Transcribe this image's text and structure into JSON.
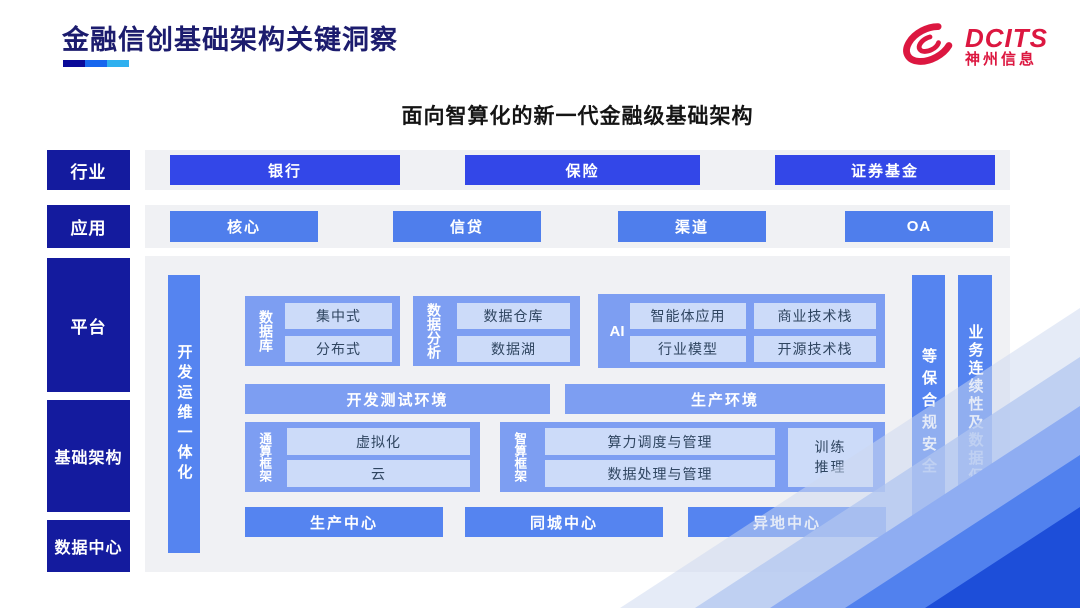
{
  "colors": {
    "title_navy": "#1c1c6e",
    "logo_red": "#dc1740",
    "nav_dark_blue": "#141b9e",
    "primary_blue": "#3347e8",
    "secondary_blue": "#4f7eec",
    "medium_blue": "#5584f0",
    "soft_blue": "#7d9ef2",
    "light_blue_box": "#ccdbf9",
    "panel_gray": "#f0f1f4",
    "underline_segments": [
      "#0a0a99",
      "#1766ee",
      "#2fb0ef"
    ]
  },
  "header": {
    "title": "金融信创基础架构关键洞察",
    "logo_brand": "DCITS",
    "logo_company": "神州信息"
  },
  "subtitle": "面向智算化的新一代金融级基础架构",
  "left_labels": {
    "industry": "行业",
    "application": "应用",
    "platform": "平台",
    "infrastructure": "基础架构",
    "datacenter": "数据中心"
  },
  "industry_row": {
    "items": [
      "银行",
      "保险",
      "证券基金"
    ]
  },
  "application_row": {
    "items": [
      "核心",
      "信贷",
      "渠道",
      "OA"
    ]
  },
  "platform": {
    "devops_bar": "开发运维一体化",
    "database_group": {
      "name": "数据库",
      "items": [
        "集中式",
        "分布式"
      ]
    },
    "analytics_group": {
      "name": "数据分析",
      "items": [
        "数据仓库",
        "数据湖"
      ]
    },
    "ai_group": {
      "name": "AI",
      "items": [
        "智能体应用",
        "商业技术栈",
        "行业模型",
        "开源技术栈"
      ]
    },
    "environments": [
      "开发测试环境",
      "生产环境"
    ],
    "general_framework": {
      "name": "通算框架",
      "items": [
        "虚拟化",
        "云"
      ]
    },
    "ai_framework": {
      "name": "智算框架",
      "items": [
        "算力调度与管理",
        "数据处理与管理"
      ],
      "side_item": "训练推理"
    },
    "centers": [
      "生产中心",
      "同城中心",
      "异地中心"
    ],
    "right_bars": [
      "等保合规安全",
      "业务连续性及数据保护"
    ]
  }
}
